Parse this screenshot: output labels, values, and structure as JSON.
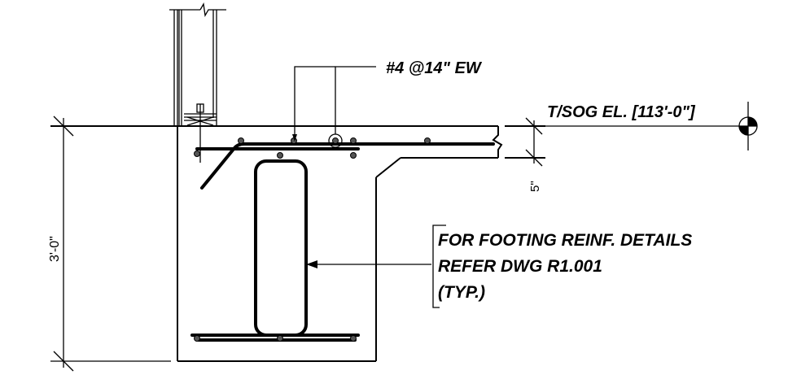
{
  "annotations": {
    "rebar_callout": "#4 @14\" EW",
    "elevation": "T/SOG EL. [113'-0\"]",
    "footing_note": {
      "line1": "FOR FOOTING REINF. DETAILS",
      "line2": "REFER DWG R1.001",
      "line3": "(TYP.)"
    }
  },
  "dimensions": {
    "footing_depth": "3'-0\"",
    "slab_thickening": "5\""
  },
  "symbols": {
    "elevation_marker": "elevation-target-icon"
  }
}
